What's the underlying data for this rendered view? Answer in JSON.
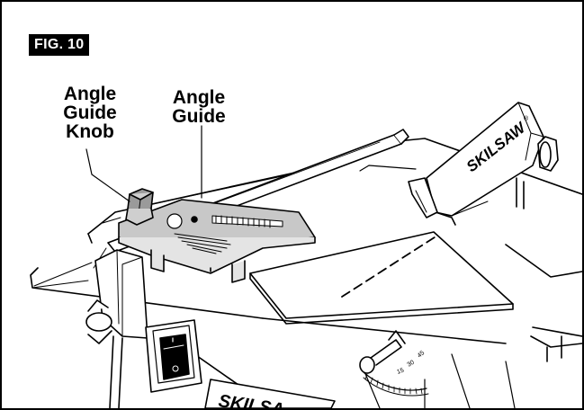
{
  "figure": {
    "label": "FIG. 10"
  },
  "callouts": {
    "knob": [
      "Angle",
      "Guide",
      "Knob"
    ],
    "guide": [
      "Angle",
      "Guide"
    ]
  },
  "branding": {
    "blade_guard": "SKILSAW",
    "registered_mark": "®",
    "base": "SKILSA"
  },
  "bevel_scale": {
    "ticks": [
      "15",
      "30",
      "45"
    ]
  },
  "colors": {
    "angle_guide_fill": "#c8c8c8",
    "line": "#000000",
    "background": "#ffffff"
  }
}
